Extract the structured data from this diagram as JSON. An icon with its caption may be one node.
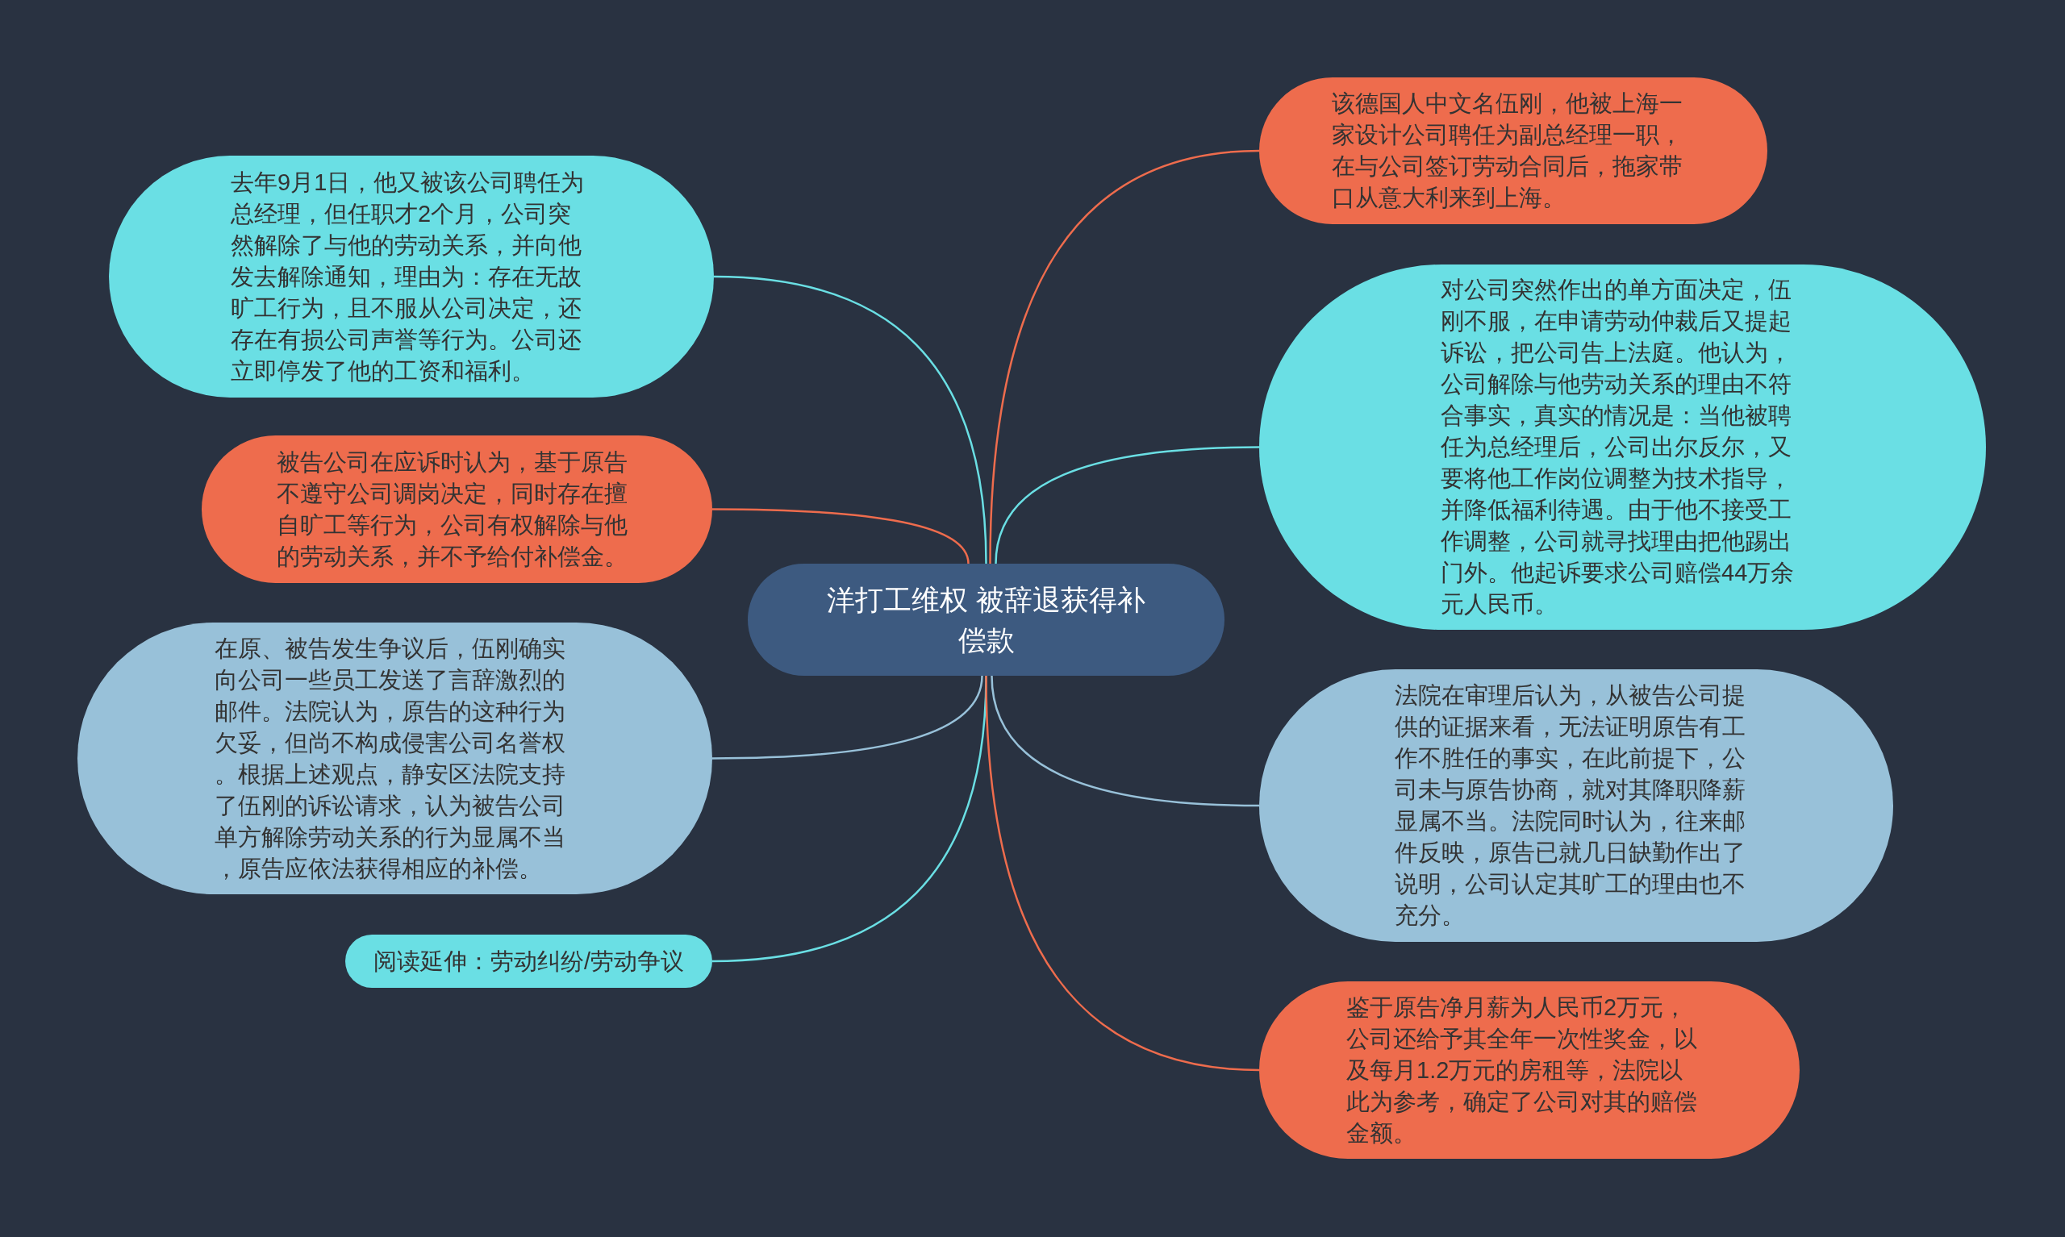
{
  "diagram": {
    "nodes": [
      {
        "text": [
          "洋打工维权 被辞退获得补偿款"
        ]
      },
      {
        "text": [
          "去年9月1日，他又被该公司聘任为总经理，但任职才2个月，公司突然解除了与他的劳动关系，并向他发去解除通知，理由为：存在无故旷工行为，且不服从公司决定，还存在有损公司声誉等行为。公司还立即停发了他的工资和福利。"
        ]
      },
      {
        "text": [
          "被告公司在应诉时认为，基于原告不遵守公司调岗决定，同时存在擅自旷工等行为，公司有权解除与他的劳动关系，并不予给付补偿金。"
        ]
      },
      {
        "text": [
          "在原、被告发生争议后，伍刚确实向公司一些员工发送了言辞激烈的邮件。法院认为，原告的这种行为欠妥，但尚不构成侵害公司名誉权。根据上述观点，静安区法院支持了伍刚的诉讼请求，认为被告公司单方解除劳动关系的行为显属不当，原告应依法获得相应的补偿。"
        ]
      },
      {
        "text": [
          "阅读延伸：劳动纠纷/劳动争议"
        ]
      },
      {
        "text": [
          "该德国人中文名伍刚，他被上海一家设计公司聘任为副总经理一职，在与公司签订劳动合同后，拖家带口从意大利来到上海。"
        ]
      },
      {
        "text": [
          "对公司突然作出的单方面决定，伍刚不服，在申请劳动仲裁后又提起诉讼，把公司告上法庭。他认为，公司解除与他劳动关系的理由不符合事实，真实的情况是：当他被聘任为总经理后，公司出尔反尔，又要将他工作岗位调整为技术指导，并降低福利待遇。由于他不接受工作调整，公司就寻找理由把他踢出门外。他起诉要求公司赔偿44万余元人民币。"
        ]
      },
      {
        "text": [
          "法院在审理后认为，从被告公司提供的证据来看，无法证明原告有工作不胜任的事实，在此前提下，公司未与原告协商，就对其降职降薪显属不当。法院同时认为，往来邮件反映，原告已就几日缺勤作出了说明，公司认定其旷工的理由也不充分。"
        ]
      },
      {
        "text": [
          "鉴于原告净月薪为人民币2万元，公司还给予其全年一次性奖金，以及每月1.2万元的房租等，法院以此为参考，确定了公司对其的赔偿金额。"
        ]
      }
    ],
    "edges": [
      {
        "from": 0,
        "to": 1,
        "arrow": "none",
        "color": "#6adfe4"
      },
      {
        "from": 0,
        "to": 2,
        "arrow": "none",
        "color": "#ee6c4d"
      },
      {
        "from": 0,
        "to": 3,
        "arrow": "none",
        "color": "#98c1d9"
      },
      {
        "from": 0,
        "to": 4,
        "arrow": "none",
        "color": "#6adfe4"
      },
      {
        "from": 0,
        "to": 5,
        "arrow": "none",
        "color": "#ee6c4d"
      },
      {
        "from": 0,
        "to": 6,
        "arrow": "none",
        "color": "#6adfe4"
      },
      {
        "from": 0,
        "to": 7,
        "arrow": "none",
        "color": "#98c1d9"
      },
      {
        "from": 0,
        "to": 8,
        "arrow": "none",
        "color": "#ee6c4d"
      }
    ]
  }
}
